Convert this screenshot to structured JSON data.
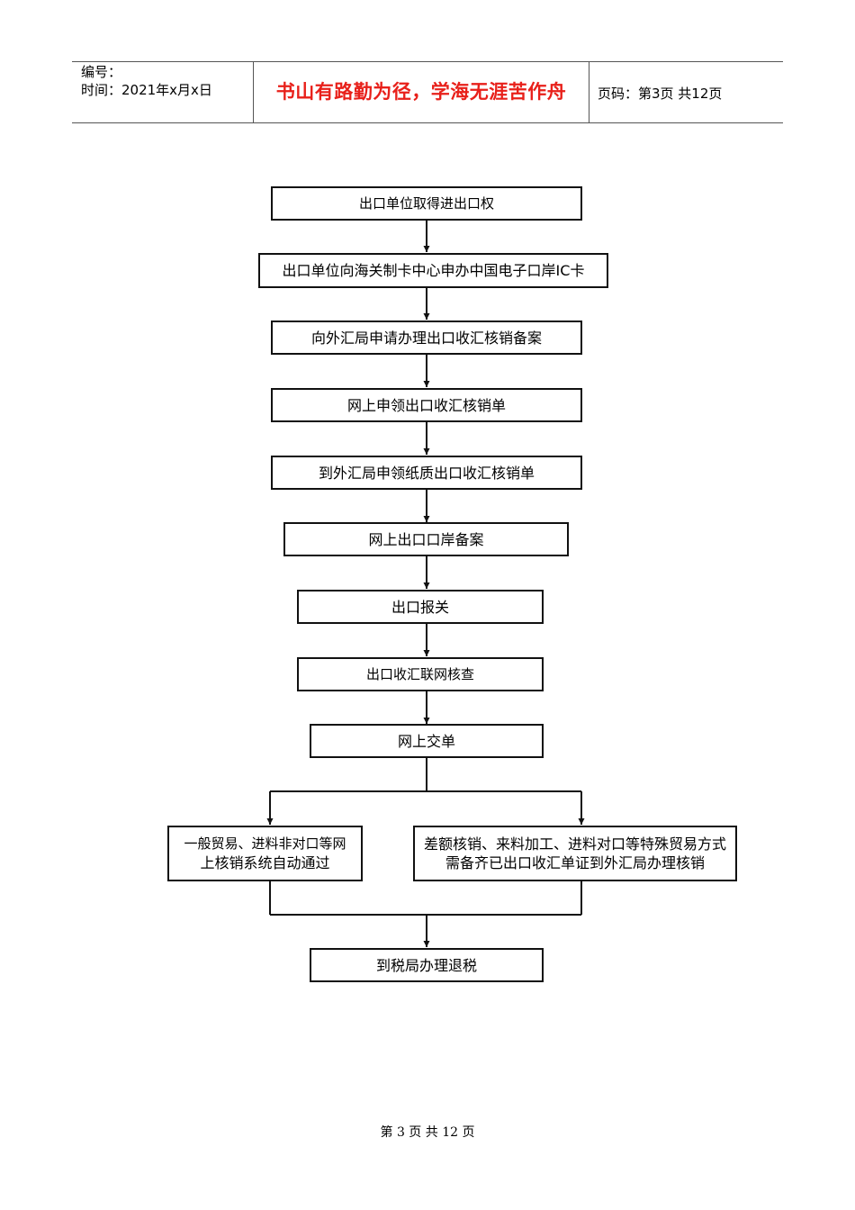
{
  "header": {
    "number_label": "编号：",
    "time_label": "时间：2021年x月x日",
    "motto": "书山有路勤为径，学海无涯苦作舟",
    "page_info": "页码：第3页  共12页"
  },
  "flow": {
    "steps": [
      "出口单位取得进出口权",
      "出口单位向海关制卡中心申办中国电子口岸IC卡",
      "向外汇局申请办理出口收汇核销备案",
      "网上申领出口收汇核销单",
      "到外汇局申领纸质出口收汇核销单",
      "网上出口口岸备案",
      "出口报关",
      "出口收汇联网核查",
      "网上交单"
    ],
    "branch_left_line1": "一般贸易、进料非对口等网",
    "branch_left_line2": "上核销系统自动通过",
    "branch_right_line1": "差额核销、来料加工、进料对口等特殊贸易方式",
    "branch_right_line2": "需备齐已出口收汇单证到外汇局办理核销",
    "final_step": "到税局办理退税"
  },
  "footer": {
    "page_footer": "第 3 页 共 12 页"
  }
}
